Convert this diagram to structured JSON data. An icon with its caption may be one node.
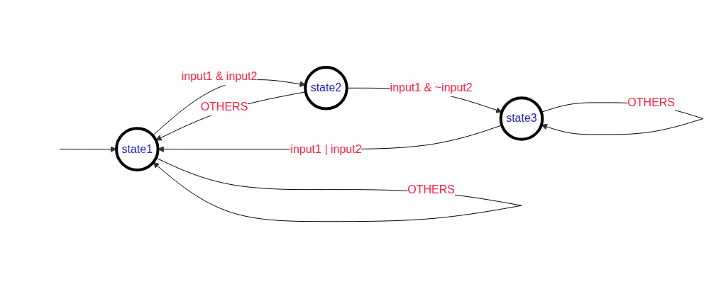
{
  "diagram": {
    "nodes": [
      {
        "text": [
          "state1"
        ]
      },
      {
        "text": [
          "state2"
        ]
      },
      {
        "text": [
          "state3"
        ]
      }
    ],
    "edges": [
      {
        "from": null,
        "to": 0,
        "arrow": "to"
      },
      {
        "from": 0,
        "to": 0,
        "arrow": "to",
        "label": "OTHERS"
      },
      {
        "from": 0,
        "to": 1,
        "arrow": "to",
        "label": "input1 & input2"
      },
      {
        "from": 1,
        "to": 2,
        "arrow": "to",
        "label": "input1 & ~input2"
      },
      {
        "from": 2,
        "to": 2,
        "arrow": "to",
        "label": "OTHERS"
      },
      {
        "from": 1,
        "to": 0,
        "arrow": "to",
        "label": "OTHERS"
      },
      {
        "from": 2,
        "to": 0,
        "arrow": "to",
        "label": "input1 | input2"
      }
    ]
  }
}
